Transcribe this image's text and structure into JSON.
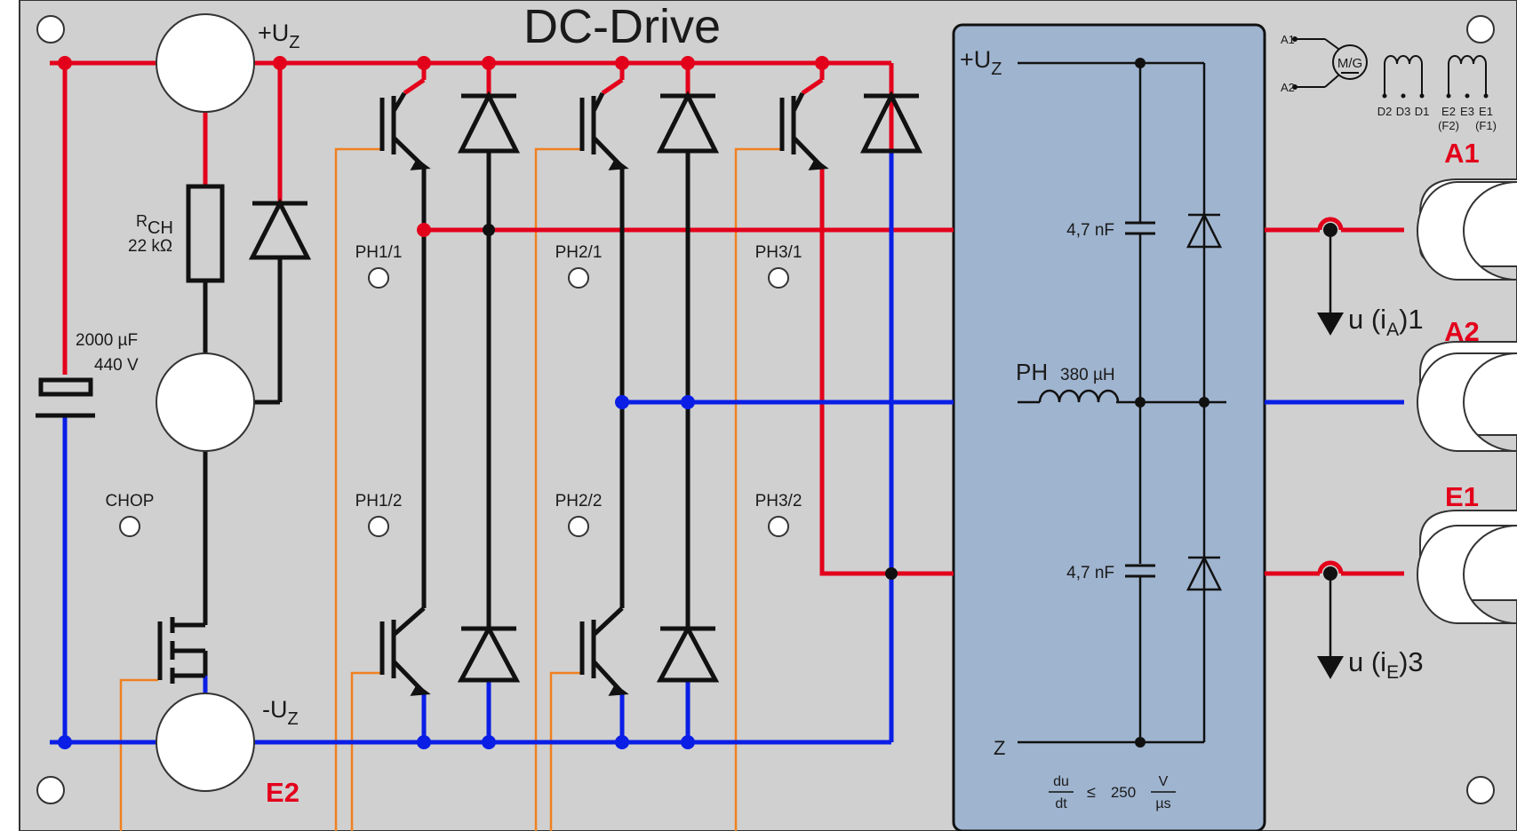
{
  "title": "DC-Drive",
  "sockets": {
    "plus_uz": {
      "base": "+U",
      "sub": "Z"
    },
    "minus_uz": {
      "base": "-U",
      "sub": "Z"
    }
  },
  "components": {
    "rch": {
      "base": "R",
      "sub": "CH",
      "value": "22 kΩ"
    },
    "capacitor": {
      "value1": "2000 µF",
      "value2": "440 V"
    }
  },
  "test_points": [
    "CHOP",
    "PH1/1",
    "PH2/1",
    "PH3/1",
    "PH1/2",
    "PH2/2",
    "PH3/2"
  ],
  "filter": {
    "plus_uz": {
      "base": "+U",
      "sub": "Z"
    },
    "z_label": "Z",
    "cap_top": "4,7 nF",
    "cap_bottom": "4,7 nF",
    "inductor_name": "PH",
    "inductor_value": "380 µH",
    "dudt": {
      "num": "du",
      "den": "dt",
      "op": "≤",
      "value": "250",
      "unit_num": "V",
      "unit_den": "µs"
    }
  },
  "motor": {
    "symbol": "M/G",
    "a1": "A1",
    "a2": "A2",
    "windings": [
      "D2",
      "D3",
      "D1",
      "E2",
      "E3",
      "E1"
    ],
    "winding_notes": [
      "(F2)",
      "(F1)"
    ]
  },
  "terminals": [
    "A1",
    "A2",
    "E1",
    "E2"
  ],
  "measurements": {
    "ia": {
      "pre": "u (i",
      "sub": "A",
      "post": ")1"
    },
    "ie": {
      "pre": "u (i",
      "sub": "E",
      "post": ")3"
    }
  },
  "colors": {
    "panel": "#d0d0d0",
    "filter_box": "#9fb4cf",
    "positive_rail": "#e3001b",
    "negative_rail": "#0a1ee6",
    "gate_lines": "#f08020",
    "conductor": "#111111",
    "terminal_label": "#e3001b"
  }
}
